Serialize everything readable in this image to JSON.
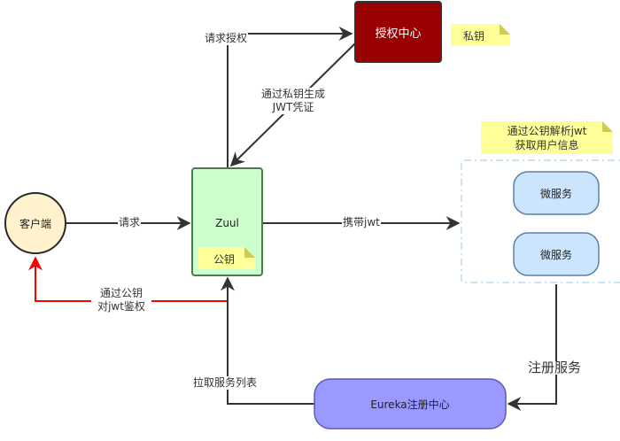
{
  "nodes": {
    "client": "客户端",
    "auth_center": "授权中心",
    "zuul": "Zuul",
    "microservice_1": "微服务",
    "microservice_2": "微服务",
    "eureka": "Eureka注册中心"
  },
  "notes": {
    "private_key": "私钥",
    "public_key": "公钥",
    "parse_jwt": [
      "通过公钥解析jwt",
      "获取用户信息"
    ]
  },
  "edges": {
    "request": "请求",
    "request_auth": "请求授权",
    "generate_jwt": [
      "通过私钥生成",
      "JWT凭证"
    ],
    "carry_jwt": "携带jwt",
    "verify_jwt": [
      "通过公钥",
      "对jwt鉴权"
    ],
    "register_service": "注册服务",
    "pull_service_list": "拉取服务列表"
  },
  "colors": {
    "client_fill": "#fff2cc",
    "client_stroke": "#2b2b2b",
    "auth_fill": "#990000",
    "zuul_fill": "#ccffcc",
    "zuul_stroke": "#4d7a4d",
    "micro_fill": "#cce5ff",
    "micro_stroke": "#5b7fa6",
    "eureka_fill": "#9999ff",
    "eureka_stroke": "#5a5ab0",
    "note_fill": "#ffff99",
    "edge": "#333333",
    "verify_edge": "#ff0000",
    "group_border": "#b9dcf0"
  }
}
